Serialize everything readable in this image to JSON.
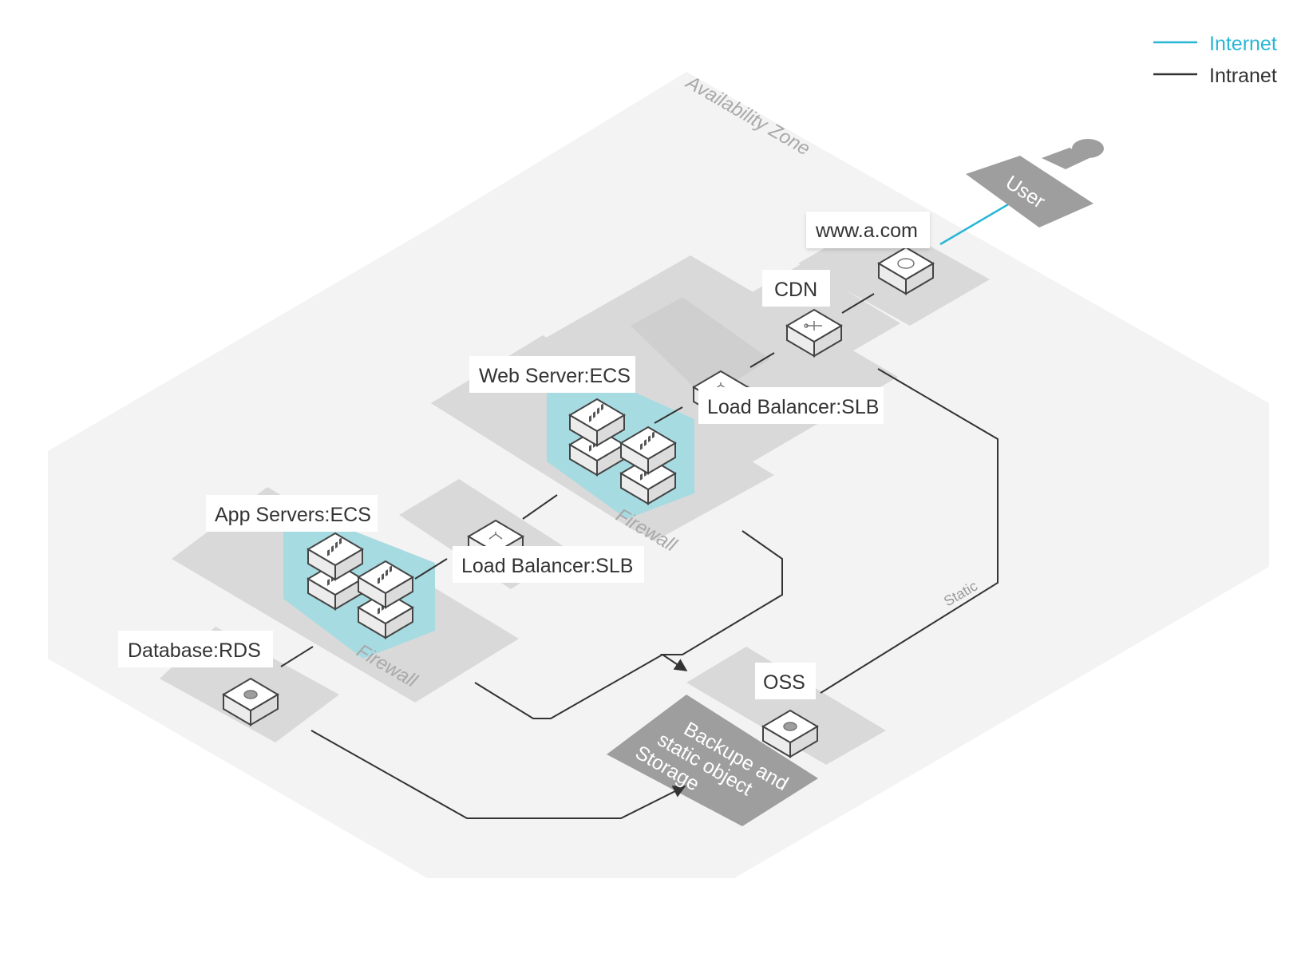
{
  "colors": {
    "internet": "#29b6d6",
    "intranet": "#333333",
    "zone_floor": "#f3f3f3",
    "platform": "#d9d9d9",
    "security_group": "#a7dbe2",
    "label_dark": "#9e9e9e"
  },
  "legend": {
    "internet_label": "Internet",
    "intranet_label": "Intranet"
  },
  "zone": {
    "title": "Availability Zone"
  },
  "user": {
    "label": "User",
    "icon": "person-icon"
  },
  "nodes": {
    "domain": {
      "label": "www.a.com",
      "icon": "dns-icon"
    },
    "cdn": {
      "label": "CDN",
      "icon": "cdn-network-icon"
    },
    "web_slb": {
      "label": "Load Balancer:SLB",
      "icon": "load-balancer-icon"
    },
    "web_ecs": {
      "label": "Web Server:ECS",
      "icon": "server-icon",
      "firewall": "Firewall"
    },
    "app_slb": {
      "label": "Load Balancer:SLB",
      "icon": "load-balancer-icon"
    },
    "app_ecs": {
      "label": "App Servers:ECS",
      "icon": "server-icon",
      "firewall": "Firewall"
    },
    "rds": {
      "label": "Database:RDS",
      "icon": "database-icon"
    },
    "oss": {
      "label": "OSS",
      "icon": "storage-icon"
    }
  },
  "storage_label": [
    "Backupe and",
    "static object",
    "Storage"
  ],
  "static_label": "Static"
}
